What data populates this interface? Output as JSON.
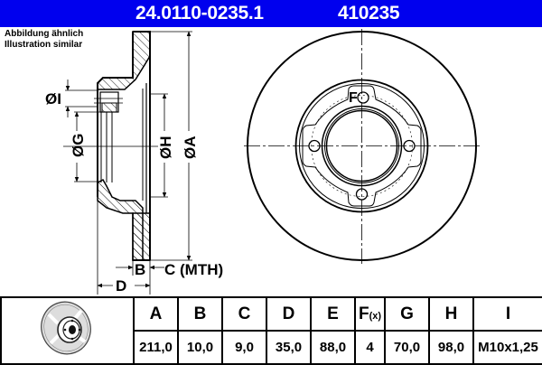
{
  "header": {
    "part_number": "24.0110-0235.1",
    "article_code": "410235",
    "background_color": "#0000ee",
    "text_color": "#ffffff"
  },
  "note": {
    "line1": "Abbildung ähnlich",
    "line2": "Illustration similar"
  },
  "drawing_labels": {
    "dim_I": "ØI",
    "dim_G": "ØG",
    "dim_H": "ØH",
    "dim_A": "ØA",
    "dim_B": "B",
    "dim_C": "C (MTH)",
    "dim_D": "D",
    "bolt_hole_marker": "F"
  },
  "table": {
    "thumbnail_icon": "brake-disc-thumbnail",
    "columns": [
      {
        "key": "A",
        "label": "A",
        "value": "211,0"
      },
      {
        "key": "B",
        "label": "B",
        "value": "10,0"
      },
      {
        "key": "C",
        "label": "C",
        "value": "9,0"
      },
      {
        "key": "D",
        "label": "D",
        "value": "35,0"
      },
      {
        "key": "E",
        "label": "E",
        "value": "88,0"
      },
      {
        "key": "F",
        "label": "F",
        "label_suffix": "(x)",
        "value": "4"
      },
      {
        "key": "G",
        "label": "G",
        "value": "70,0"
      },
      {
        "key": "H",
        "label": "H",
        "value": "98,0"
      },
      {
        "key": "I",
        "label": "I",
        "value": "M10x1,25"
      }
    ]
  }
}
